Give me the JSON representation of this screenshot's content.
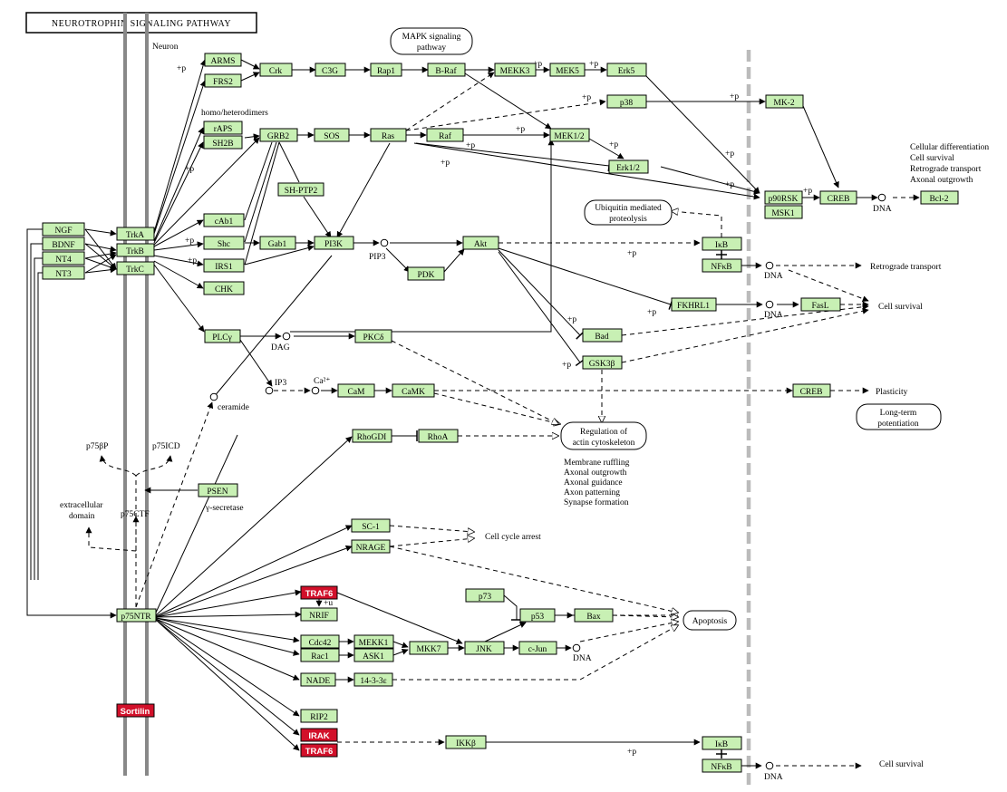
{
  "title": "NEUROTROPHIN SIGNALING PATHWAY",
  "colors": {
    "gene_fill": "#c8f0b4",
    "highlight_fill": "#d2102a",
    "membrane": "#888888",
    "nuclear_membrane": "#bbbbbb"
  },
  "labels": {
    "neuron": "Neuron",
    "homo": "homo/heterodimers",
    "gamma": "γ-secretase",
    "extracell": "extracellular",
    "domain": "domain",
    "p75bp": "p75βP",
    "p75icd": "p75ICD",
    "p75ctf": "p75CTF",
    "ceramide": "ceramide",
    "dag": "DAG",
    "ip3": "IP3",
    "pip3": "PIP3",
    "ca": "Ca²⁺",
    "dna": "DNA",
    "p": "+p",
    "u": "+u",
    "cell_survival": "Cell survival",
    "retro": "Retrograde transport",
    "plasticity": "Plasticity",
    "cell_cycle": "Cell cycle arrest",
    "diff": [
      "Cellular differentiation",
      "Cell survival",
      "Retrograde transport",
      "Axonal outgrowth"
    ],
    "actin_effects": [
      "Membrane ruffling",
      "Axonal outgrowth",
      "Axonal guidance",
      "Axon patterning",
      "Synapse formation"
    ]
  },
  "compounds": {
    "mapk": [
      "MAPK signaling",
      "pathway"
    ],
    "ubiq": [
      "Ubiquitin mediated",
      "proteolysis"
    ],
    "actin": [
      "Regulation of",
      "actin cytoskeleton"
    ],
    "apoptosis": "Apoptosis",
    "ltp": [
      "Long-term",
      "potentiation"
    ]
  },
  "genes": {
    "NGF": "NGF",
    "BDNF": "BDNF",
    "NT4": "NT4",
    "NT3": "NT3",
    "TrkA": "TrkA",
    "TrkB": "TrkB",
    "TrkC": "TrkC",
    "p75NTR": "p75NTR",
    "Sortilin": "Sortilin",
    "ARMS": "ARMS",
    "FRS2": "FRS2",
    "Crk": "Crk",
    "C3G": "C3G",
    "Rap1": "Rap1",
    "BRaf": "B-Raf",
    "MEKK3": "MEKK3",
    "MEK5": "MEK5",
    "Erk5": "Erk5",
    "p38": "p38",
    "MK2": "MK-2",
    "rAPS": "rAPS",
    "SH2B": "SH2B",
    "GRB2": "GRB2",
    "SOS": "SOS",
    "Ras": "Ras",
    "Raf": "Raf",
    "MEK12": "MEK1/2",
    "Erk12": "Erk1/2",
    "p90RSK": "p90RSK",
    "MSK1": "MSK1",
    "CREB": "CREB",
    "Bcl2": "Bcl-2",
    "SHPTP2": "SH-PTP2",
    "cAb1": "cAb1",
    "Shc": "Shc",
    "Gab1": "Gab1",
    "PI3K": "PI3K",
    "IRS1": "IRS1",
    "CHK": "CHK",
    "PDK": "PDK",
    "Akt": "Akt",
    "IkB1": "IκB",
    "NFkB1": "NFκB",
    "FKHRL1": "FKHRL1",
    "FasL": "FasL",
    "PLCy": "PLCγ",
    "PKCd": "PKCδ",
    "Bad": "Bad",
    "GSK3b": "GSK3β",
    "CaM": "CaM",
    "CaMK": "CaMK",
    "CREB2": "CREB",
    "RhoGDI": "RhoGDI",
    "RhoA": "RhoA",
    "PSEN": "PSEN",
    "SC1": "SC-1",
    "NRAGE": "NRAGE",
    "TRAF6a": "TRAF6",
    "NRIF": "NRIF",
    "p73": "p73",
    "p53": "p53",
    "Bax": "Bax",
    "Cdc42": "Cdc42",
    "Rac1": "Rac1",
    "MEKK1": "MEKK1",
    "ASK1": "ASK1",
    "MKK7": "MKK7",
    "JNK": "JNK",
    "cJun": "c-Jun",
    "NADE": "NADE",
    "g1433": "14-3-3ε",
    "RIP2": "RIP2",
    "IRAK": "IRAK",
    "TRAF6b": "TRAF6",
    "IKKb": "IKKβ",
    "IkB2": "IκB",
    "NFkB2": "NFκB"
  }
}
